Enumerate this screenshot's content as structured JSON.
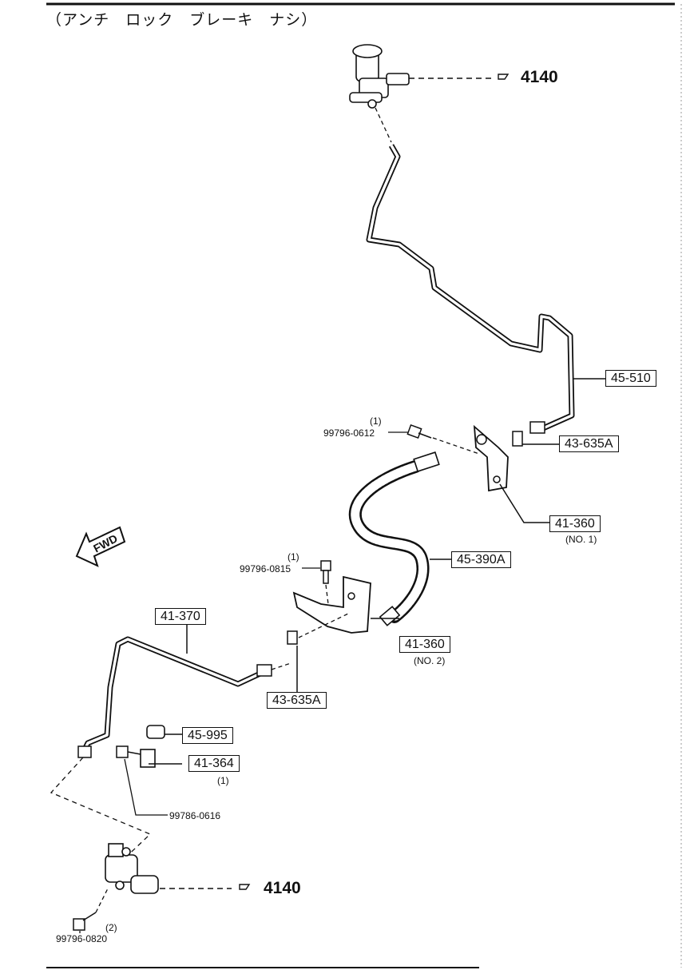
{
  "title": "（アンチ　ロック　ブレーキ　ナシ）",
  "refs": {
    "top": "4140",
    "bottom": "4140"
  },
  "fwd": "FWD",
  "parts": {
    "p45_510": "45-510",
    "p43_635A_upper": "43-635A",
    "p41_360_no1": "41-360",
    "p41_360_no1_note": "(NO. 1)",
    "p45_390A": "45-390A",
    "p41_370": "41-370",
    "p41_360_no2": "41-360",
    "p41_360_no2_note": "(NO. 2)",
    "p43_635A_lower": "43-635A",
    "p45_995": "45-995",
    "p41_364": "41-364",
    "p41_364_qty": "(1)"
  },
  "bolts": {
    "b0612_qty": "(1)",
    "b0612": "99796-0612",
    "b0815_qty": "(1)",
    "b0815": "99796-0815",
    "b0616": "99786-0616",
    "b0820_qty": "(2)",
    "b0820": "99796-0820"
  }
}
